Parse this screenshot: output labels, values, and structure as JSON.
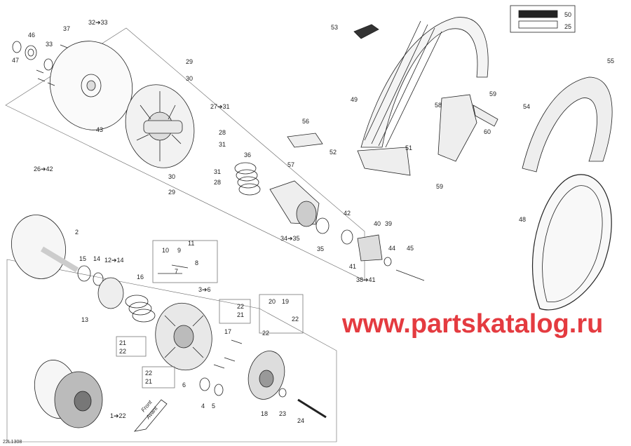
{
  "diagram": {
    "drawing_code": "22L1308",
    "watermark": "www.partskatalog.ru",
    "front_arrow": {
      "line1": "Front",
      "line2": "Avant"
    },
    "decal_lines": [
      "50",
      "25"
    ],
    "labels": [
      "32➔33",
      "37",
      "46",
      "33",
      "47",
      "43",
      "26➔42",
      "29",
      "30",
      "27➔31",
      "28",
      "31",
      "30",
      "31",
      "28",
      "29",
      "36",
      "34➔35",
      "35",
      "42",
      "40",
      "39",
      "44",
      "45",
      "41",
      "38➔41",
      "53",
      "50",
      "25",
      "49",
      "56",
      "52",
      "57",
      "51",
      "58",
      "59",
      "60",
      "59",
      "54",
      "55",
      "48",
      "2",
      "15",
      "14",
      "12➔14",
      "16",
      "13",
      "10",
      "9",
      "11",
      "7",
      "8",
      "3➔6",
      "22",
      "21",
      "17",
      "21",
      "22",
      "22",
      "21",
      "6",
      "4",
      "5",
      "20",
      "19",
      "22",
      "22",
      "18",
      "23",
      "24",
      "1➔22"
    ]
  }
}
